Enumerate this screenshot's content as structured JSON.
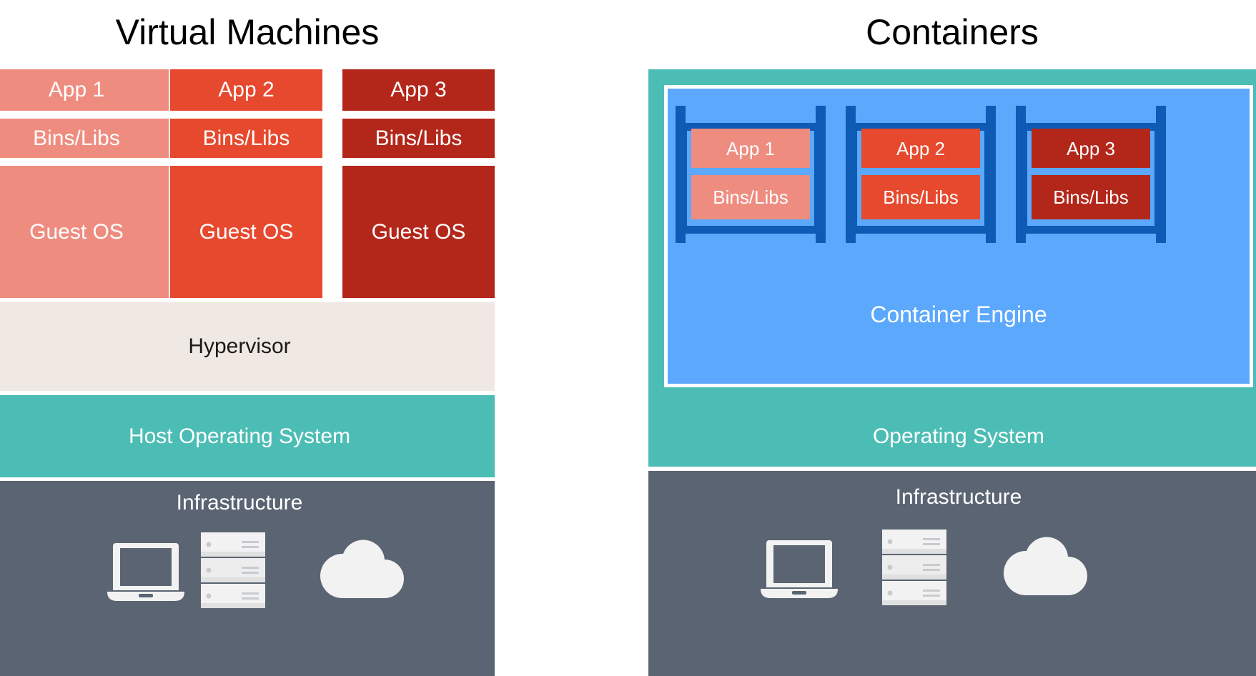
{
  "colors": {
    "app1": "#EE8C80",
    "app2": "#E6492D",
    "app3": "#B3271A",
    "hypervisor_bg": "#EFE8E3",
    "host_os_bg": "#4CBDB4",
    "infrastructure_bg": "#5A6472",
    "container_engine_bg": "#5BA8FC",
    "shelf_blue": "#0D5BB5",
    "white": "#FFFFFF",
    "title_text": "#000000",
    "icon_fill": "#F2F2F2"
  },
  "left_panel": {
    "title": "Virtual Machines",
    "columns": [
      {
        "app": "App 1",
        "bins": "Bins/Libs",
        "guest_os": "Guest OS",
        "color_key": "app1"
      },
      {
        "app": "App 2",
        "bins": "Bins/Libs",
        "guest_os": "Guest OS",
        "color_key": "app2"
      },
      {
        "app": "App 3",
        "bins": "Bins/Libs",
        "guest_os": "Guest OS",
        "color_key": "app3"
      }
    ],
    "hypervisor": "Hypervisor",
    "host_os": "Host Operating System",
    "infrastructure": "Infrastructure",
    "icons": [
      "laptop-icon",
      "server-rack-icon",
      "cloud-icon"
    ]
  },
  "right_panel": {
    "title": "Containers",
    "container_engine": "Container Engine",
    "shelves": [
      {
        "app": "App 1",
        "bins": "Bins/Libs",
        "color_key": "app1"
      },
      {
        "app": "App 2",
        "bins": "Bins/Libs",
        "color_key": "app2"
      },
      {
        "app": "App 3",
        "bins": "Bins/Libs",
        "color_key": "app3"
      }
    ],
    "os": "Operating System",
    "infrastructure": "Infrastructure",
    "icons": [
      "laptop-icon",
      "server-rack-icon",
      "cloud-icon"
    ]
  }
}
